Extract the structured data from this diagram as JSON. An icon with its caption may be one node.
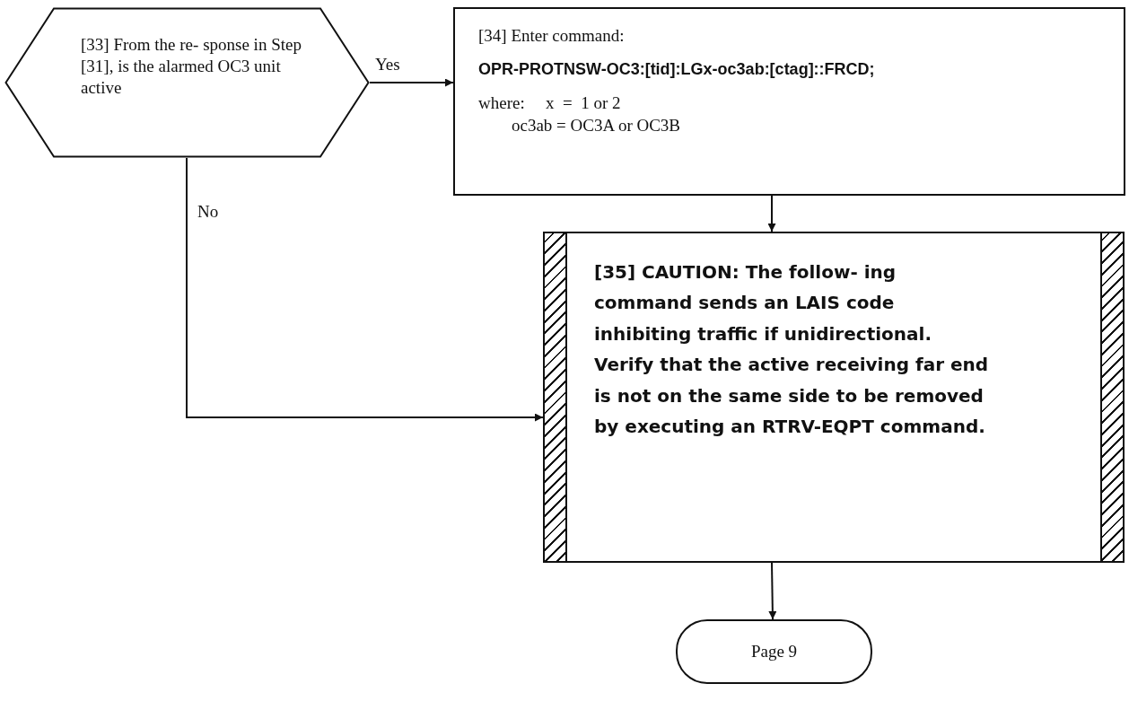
{
  "diagram": {
    "nodes": [
      {
        "text": [
          "[33] From the re- sponse in Step [31], is the alarmed OC3 unit active"
        ]
      },
      {
        "text": [
          "[34] Enter command:",
          "OPR-PROTNSW-OC3:[tid]:LGx-oc3ab:[ctag]::FRCD;",
          "where:",
          "x = 1 or 2",
          "oc3ab = OC3A or OC3B"
        ]
      },
      {
        "text": [
          "[35] CAUTION: The follow- ing command sends an LAIS code inhibiting traffic if unidirectional. Verify that the active receiving far end is not on the same side to be removed by executing an RTRV-EQPT command."
        ]
      },
      {
        "text": [
          "Page 9"
        ]
      }
    ],
    "edges": [
      {
        "from": 0,
        "to": 1,
        "arrow": "to",
        "label": "Yes"
      },
      {
        "from": 0,
        "to": 2,
        "arrow": "to",
        "label": "No"
      },
      {
        "from": 1,
        "to": 2,
        "arrow": "to"
      },
      {
        "from": 2,
        "to": 3,
        "arrow": "to"
      }
    ]
  }
}
